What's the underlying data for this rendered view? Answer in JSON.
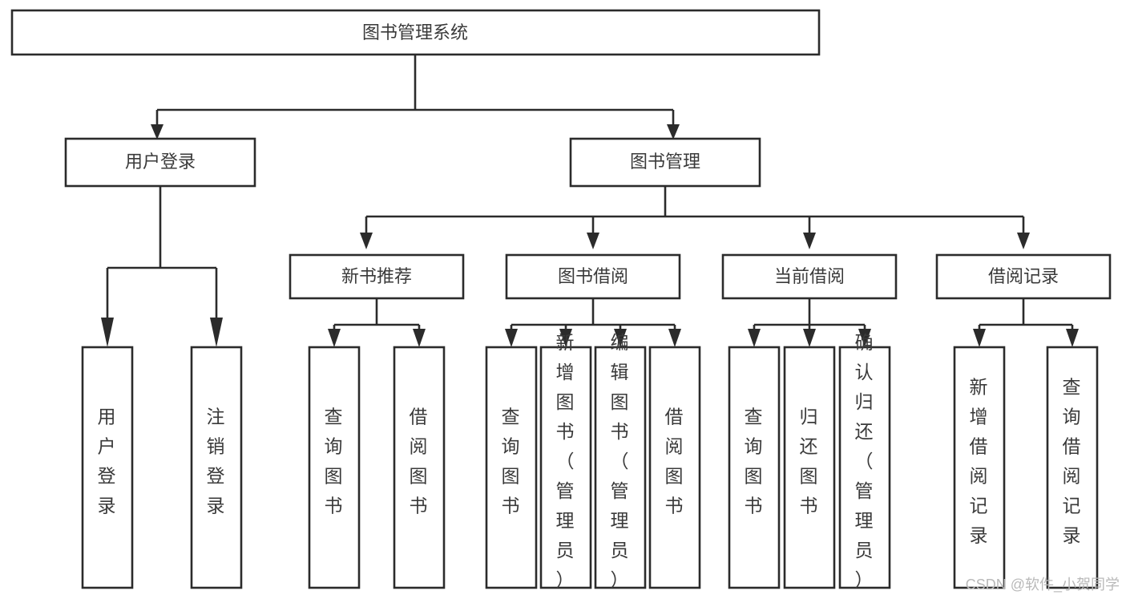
{
  "diagram": {
    "type": "tree",
    "title": "图书管理系统",
    "watermark": "CSDN @软件_小贺同学",
    "colors": {
      "box_stroke": "#2b2b2b",
      "box_fill": "#ffffff",
      "text": "#3a3a3a",
      "watermark": "#b9b9b9",
      "background": "#ffffff"
    },
    "root": {
      "label": "图书管理系统"
    },
    "level1": [
      {
        "label": "用户登录"
      },
      {
        "label": "图书管理"
      }
    ],
    "level2": [
      {
        "label": "新书推荐"
      },
      {
        "label": "图书借阅"
      },
      {
        "label": "当前借阅"
      },
      {
        "label": "借阅记录"
      }
    ],
    "leaves": {
      "user_login": [
        {
          "label": "用户登录"
        },
        {
          "label": "注销登录"
        }
      ],
      "new_book_recommend": [
        {
          "label": "查询图书"
        },
        {
          "label": "借阅图书"
        }
      ],
      "book_borrow": [
        {
          "label": "查询图书"
        },
        {
          "label": "新增图书（管理员）"
        },
        {
          "label": "编辑图书（管理员）"
        },
        {
          "label": "借阅图书"
        }
      ],
      "current_borrow": [
        {
          "label": "查询图书"
        },
        {
          "label": "归还图书"
        },
        {
          "label": "确认归还（管理员）"
        }
      ],
      "borrow_record": [
        {
          "label": "新增借阅记录"
        },
        {
          "label": "查询借阅记录"
        }
      ]
    }
  }
}
